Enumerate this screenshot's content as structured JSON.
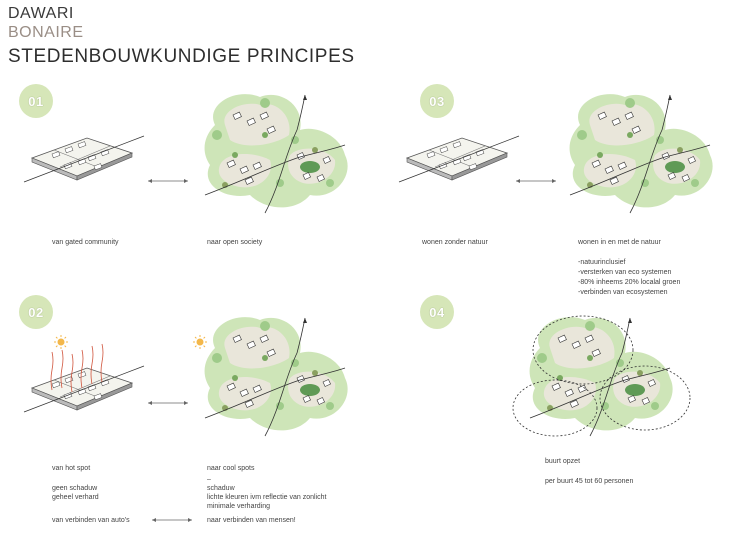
{
  "header": {
    "line1": "DAWARI",
    "line2": "BONAIRE",
    "line3": "STEDENBOUWKUNDIGE PRINCIPES"
  },
  "panels": [
    {
      "number": "01",
      "left_label": "van gated community",
      "right_label": "naar open society"
    },
    {
      "number": "03",
      "left_label": "wonen zonder natuur",
      "right_label": "wonen in en met de natuur",
      "notes": [
        "-natuurinclusief",
        "-versterken van eco systemen",
        "-80% inheems 20% localal groen",
        "-verbinden van ecosystemen"
      ]
    },
    {
      "number": "02",
      "left_label": "van hot spot",
      "left_notes": [
        "geen schaduw",
        "geheel verhard"
      ],
      "left_bottom": "van verbinden van auto's",
      "right_label": "naar cool spots",
      "right_notes": [
        "–",
        "schaduw",
        "lichte kleuren ivm reflectie van zonlicht",
        "minimale verharding"
      ],
      "right_bottom": "naar verbinden van mensen!"
    },
    {
      "number": "04",
      "right_label": "buurt opzet",
      "right_note": "per buurt 45 tot 60 personen"
    }
  ],
  "colors": {
    "badge": "#d6e6b8",
    "green_light": "#c9e2b0",
    "green_dark": "#8fbf7a",
    "grid": "#6b6b6b"
  },
  "icons": [
    "sun-icon",
    "double-arrow-icon",
    "heat-arrow-icon"
  ]
}
